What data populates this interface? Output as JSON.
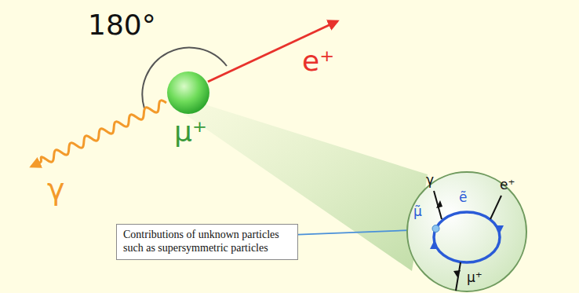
{
  "diagram": {
    "nodes": [
      {
        "text": [
          "γ",
          "ẽ",
          "e⁺",
          "μ̃",
          "μ⁺"
        ]
      },
      {
        "text": [
          "Contributions of unknown particles such as supersymmetric particles"
        ]
      }
    ],
    "edges": [
      {
        "from": 1,
        "to": 0,
        "arrow": "to"
      }
    ],
    "labels": [
      "180°",
      "e⁺",
      "μ⁺",
      "γ"
    ]
  }
}
